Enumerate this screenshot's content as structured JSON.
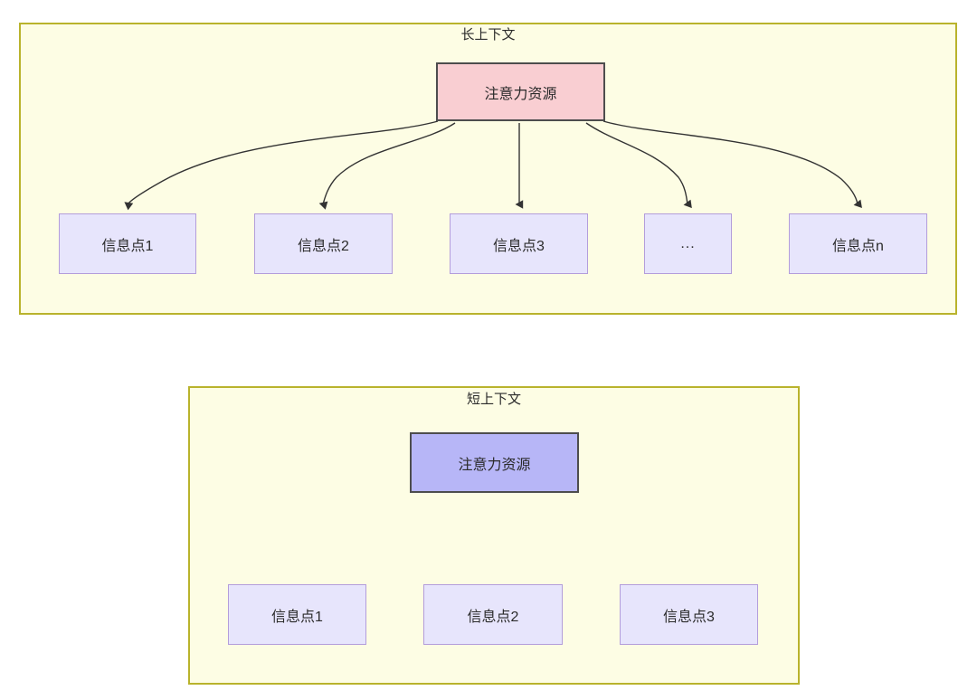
{
  "diagram": {
    "title_text_long": "长上下文",
    "title_text_short": "短上下文",
    "colors": {
      "group_fill": "#fdfde4",
      "group_border": "#b9b32c",
      "root_long_fill": "#f9ced2",
      "root_short_fill": "#b7b6f7",
      "root_border": "#4d4d4d",
      "leaf_fill": "#e7e5fc",
      "leaf_border": "#b39ddb",
      "edge_color": "#333333",
      "text_color": "#2b2b2b",
      "page_background": "#ffffff"
    },
    "groups": [
      {
        "name": "long-context",
        "title": "长上下文",
        "root": {
          "label": "注意力资源"
        },
        "leaves": [
          {
            "label": "信息点1"
          },
          {
            "label": "信息点2"
          },
          {
            "label": "信息点3"
          },
          {
            "label": "..."
          },
          {
            "label": "信息点n"
          }
        ]
      },
      {
        "name": "short-context",
        "title": "短上下文",
        "root": {
          "label": "注意力资源"
        },
        "leaves": [
          {
            "label": "信息点1"
          },
          {
            "label": "信息点2"
          },
          {
            "label": "信息点3"
          }
        ]
      }
    ]
  }
}
